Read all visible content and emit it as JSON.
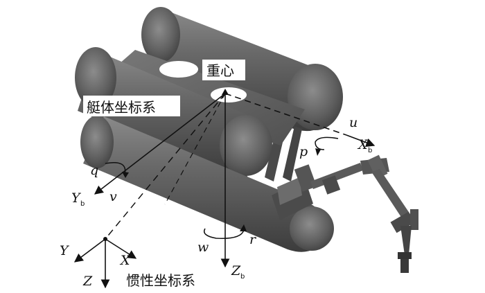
{
  "labels": {
    "center_of_gravity": "重心",
    "body_frame": "艇体坐标系",
    "inertial_frame": "惯性坐标系"
  },
  "symbols": {
    "u": "u",
    "p": "p",
    "X": "X",
    "b": "b",
    "q": "q",
    "Y": "Y",
    "v": "v",
    "w": "w",
    "r": "r",
    "Z": "Z",
    "inertial_Y": "Y",
    "inertial_X": "X",
    "inertial_Z": "Z"
  },
  "colors": {
    "hull_body": "#5b5b5b",
    "hull_dark": "#3a3a3a",
    "hull_light": "#8a8a8a",
    "line": "#111111",
    "background": "#ffffff"
  }
}
